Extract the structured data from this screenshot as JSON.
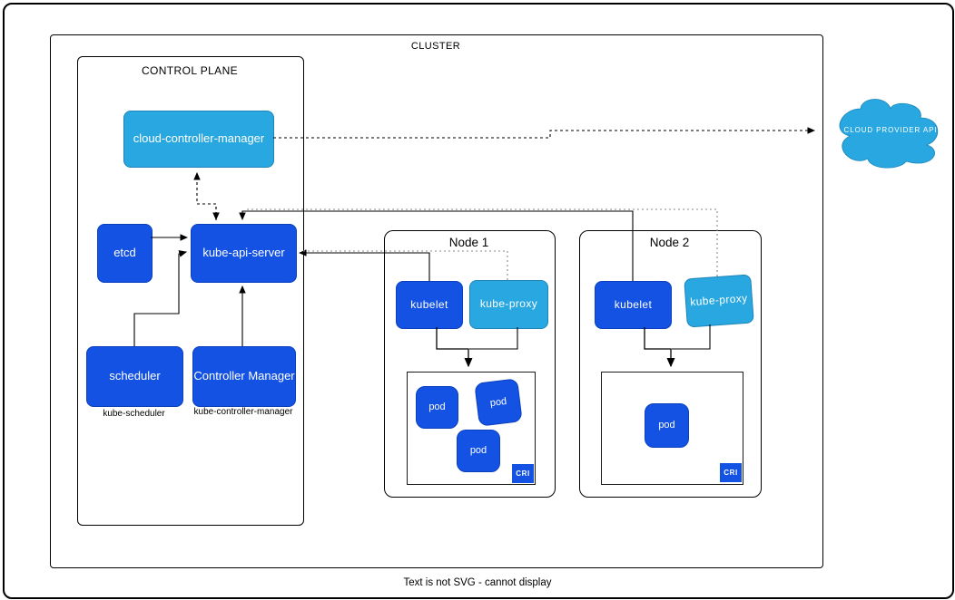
{
  "diagram": {
    "caption": "Text is not SVG - cannot display",
    "cluster": {
      "title": "CLUSTER"
    },
    "control_plane": {
      "title": "CONTROL PLANE",
      "cloud_controller_manager": "cloud-controller-manager",
      "etcd": "etcd",
      "kube_api_server": "kube-api-server",
      "scheduler": "scheduler",
      "scheduler_sublabel": "kube-scheduler",
      "controller_manager": "Controller Manager",
      "controller_manager_sublabel": "kube-controller-manager"
    },
    "nodes": [
      {
        "title": "Node 1",
        "kubelet": "kubelet",
        "kube_proxy": "kube-proxy",
        "pods": [
          "pod",
          "pod",
          "pod"
        ],
        "runtime_badge": "CRI"
      },
      {
        "title": "Node 2",
        "kubelet": "kubelet",
        "kube_proxy": "kube-proxy",
        "pods": [
          "pod"
        ],
        "runtime_badge": "CRI"
      }
    ],
    "external": {
      "cloud_provider_api": "CLOUD PROVIDER API"
    },
    "colors": {
      "component_blue": "#1352E2",
      "accent_light_blue": "#29A7E1",
      "line_black": "#000000",
      "dotted_gray": "#8a8a8a"
    }
  }
}
